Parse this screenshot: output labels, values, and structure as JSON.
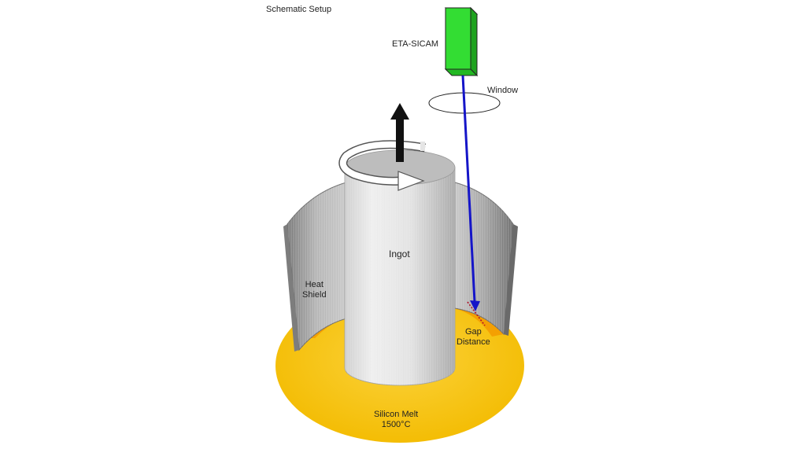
{
  "title": "Schematic Setup",
  "labels": {
    "camera": "ETA-SICAM",
    "window": "Window",
    "ingot": "Ingot",
    "heat_shield_line1": "Heat",
    "heat_shield_line2": "Shield",
    "gap_line1": "Gap",
    "gap_line2": "Distance",
    "melt_line1": "Silicon Melt",
    "melt_line2": "1500°C"
  },
  "colors": {
    "melt": "#f7c100",
    "melt_glow": "#f39a00",
    "ingot": "#d9d9d9",
    "shield": "#8c8c8c",
    "camera": "#33dd33",
    "beam": "#1515c8",
    "arrow": "#111111",
    "gap_line": "#d0202a"
  },
  "icons": {
    "up_arrow": "arrow-up-icon",
    "rotation_arrow": "rotation-arrow-icon"
  }
}
